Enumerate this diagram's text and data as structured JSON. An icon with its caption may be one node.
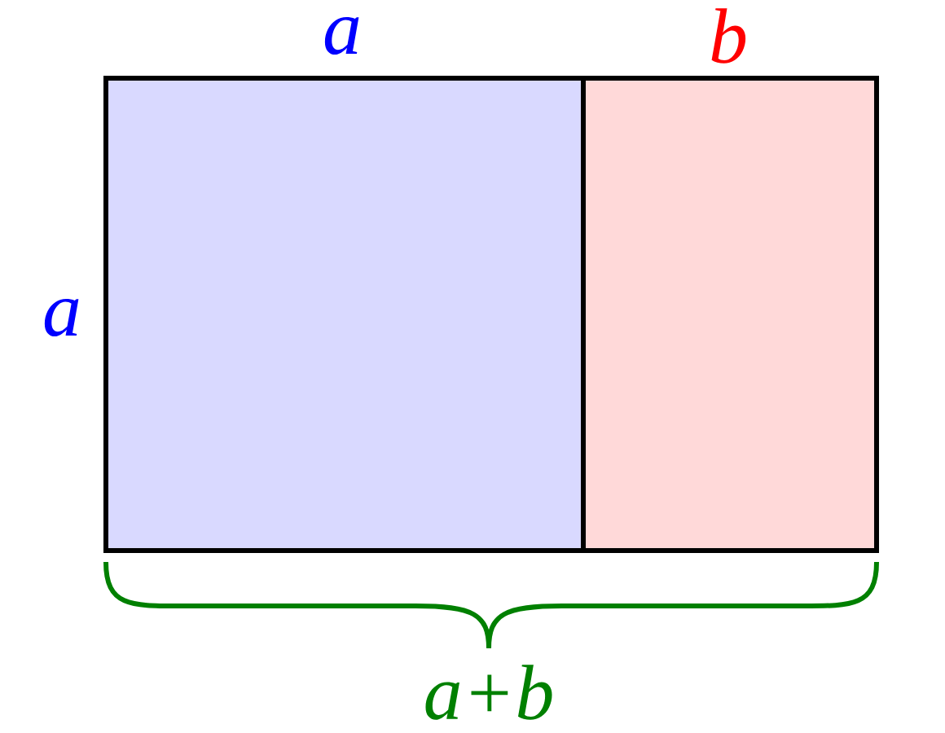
{
  "diagram": {
    "nodes": [
      {
        "text": [],
        "shape": "box"
      },
      {
        "text": [],
        "shape": "box"
      }
    ],
    "labels": [
      "a",
      "b",
      "a",
      "a+b"
    ]
  }
}
